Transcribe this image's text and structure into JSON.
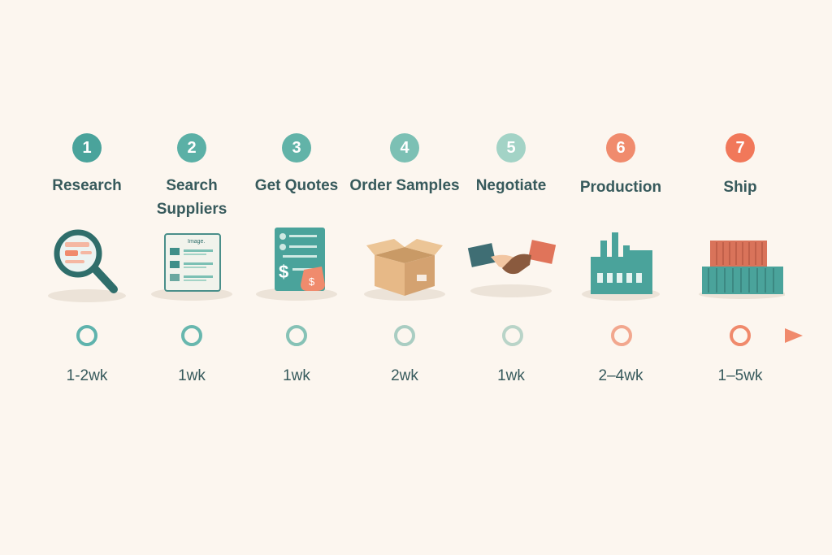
{
  "steps": [
    {
      "number": "1",
      "label": "Research",
      "duration": "1-2wk",
      "color": "#4aa39b",
      "icon": "magnifying-glass-icon"
    },
    {
      "number": "2",
      "label": "Search Suppliers",
      "duration": "1wk",
      "color": "#5bb0a6",
      "icon": "supplier-document-icon"
    },
    {
      "number": "3",
      "label": "Get Quotes",
      "duration": "1wk",
      "color": "#62b3a8",
      "icon": "quote-document-icon"
    },
    {
      "number": "4",
      "label": "Order Samples",
      "duration": "2wk",
      "color": "#7cc0b4",
      "icon": "cardboard-box-icon"
    },
    {
      "number": "5",
      "label": "Negotiate",
      "duration": "1wk",
      "color": "#a3d3c6",
      "icon": "handshake-icon"
    },
    {
      "number": "6",
      "label": "Production",
      "duration": "2–4wk",
      "color": "#f08b6d",
      "icon": "factory-icon"
    },
    {
      "number": "7",
      "label": "Ship",
      "duration": "1–5wk",
      "color": "#f1785a",
      "icon": "shipping-containers-icon"
    }
  ],
  "illustration_text": {
    "doc_header": "Image."
  },
  "colors": {
    "timeline_start": "#5fb3ad",
    "timeline_end": "#f08a6c",
    "background": "#fcf6ef",
    "text": "#375a5c"
  }
}
